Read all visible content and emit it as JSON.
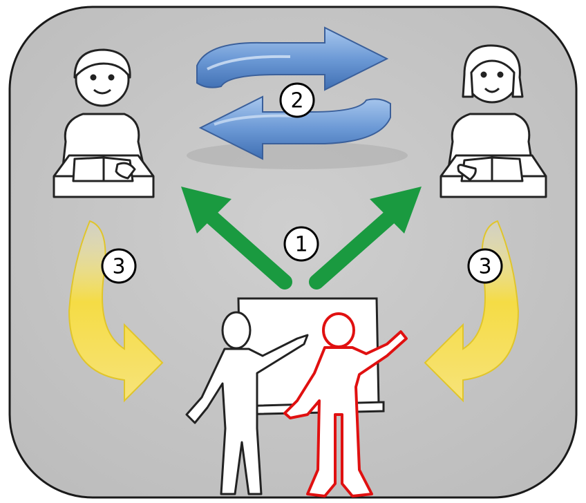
{
  "steps": {
    "step1": "1",
    "step2": "2",
    "step3_left": "3",
    "step3_right": "3"
  },
  "colors": {
    "panel": "#c4c4c4",
    "panel_border": "#1a1a1a",
    "green_arrow": "#1a9a40",
    "blue_cycle": "#5b8fcc",
    "yellow_arrow": "#f2da3a",
    "teacher_outline": "#e01010"
  },
  "icons": [
    "student-left-icon",
    "student-right-icon",
    "cycle-icon",
    "teacher-white-icon",
    "teacher-red-icon",
    "whiteboard-icon"
  ]
}
